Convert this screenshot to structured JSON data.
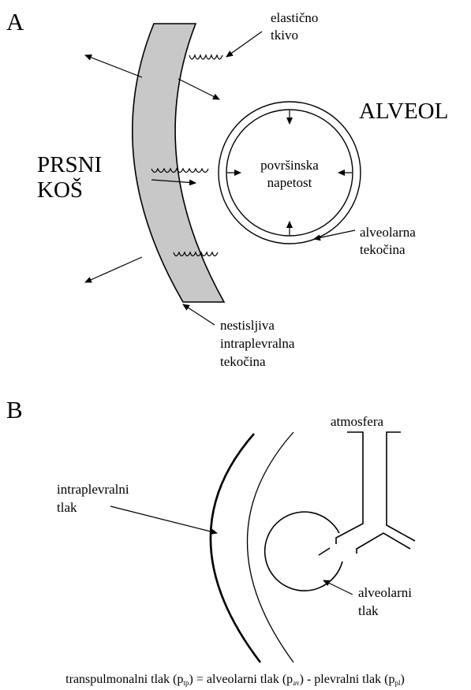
{
  "panel_a": {
    "letter": "A",
    "chest_label_line1": "PRSNI",
    "chest_label_line2": "KOŠ",
    "alveol_label": "ALVEOL",
    "elastic_label_line1": "elastično",
    "elastic_label_line2": "tkivo",
    "surface_label_line1": "površinska",
    "surface_label_line2": "napetost",
    "fluid_label_line1": "alveolarna",
    "fluid_label_line2": "tekočina",
    "pleural_label_line1": "nestisljiva",
    "pleural_label_line2": "intraplevralna",
    "pleural_label_line3": "tekočina",
    "chest_fill_color": "#c8c8c8"
  },
  "panel_b": {
    "letter": "B",
    "atmosphere_label": "atmosfera",
    "intrapleural_label_line1": "intraplevralni",
    "intrapleural_label_line2": "tlak",
    "alveolar_label_line1": "alveolarni",
    "alveolar_label_line2": "tlak"
  },
  "formula": {
    "transpulmonary": "transpulmonalni tlak",
    "transpulmonary_sub": "tp",
    "equals": " = alveolarni tlak",
    "alveolar_sub": "av",
    "minus": " - plevralni tlak",
    "pleural_sub": "pl"
  }
}
